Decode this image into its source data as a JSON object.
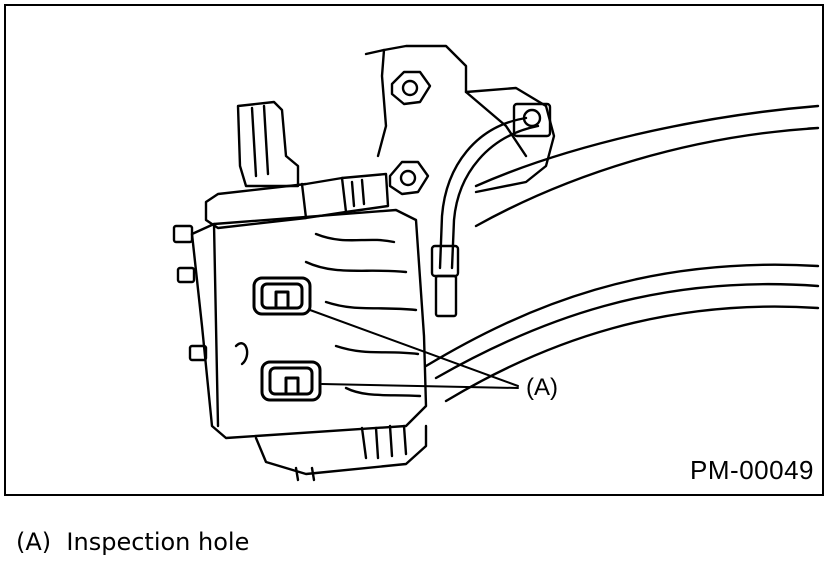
{
  "figure": {
    "callout_label": "(A)",
    "figure_id": "PM-00049"
  },
  "legend": {
    "items": [
      {
        "key": "(A)",
        "text": "Inspection hole"
      }
    ]
  }
}
